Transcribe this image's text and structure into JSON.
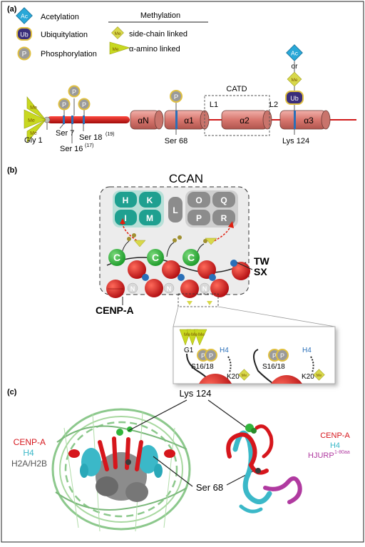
{
  "panels": {
    "a": {
      "label": "(a)",
      "legend": {
        "acetylation": {
          "badge": "Ac",
          "label": "Acetylation"
        },
        "ubiquitylation": {
          "badge": "Ub",
          "label": "Ubiquitylation"
        },
        "phosphorylation": {
          "badge": "P",
          "label": "Phosphorylation"
        },
        "methylation_title": "Methylation",
        "side_chain": {
          "badge": "Me",
          "label": "side-chain linked"
        },
        "alpha_amino": {
          "badge": "Me",
          "label": "α-amino linked"
        }
      },
      "protein": {
        "helices": [
          "αN",
          "α1",
          "α2",
          "α3"
        ],
        "loops": [
          "L1",
          "L2"
        ],
        "catd_label": "CATD",
        "sites": [
          "Gly 1",
          "Ser 7",
          "Ser 16",
          "(17)",
          "Ser 18",
          "(19)",
          "Ser 68",
          "Lys 124"
        ],
        "or_label": "or"
      }
    },
    "b": {
      "label": "(b)",
      "ccan_title": "CCAN",
      "complex_units": [
        "H",
        "K",
        "I",
        "M",
        "L",
        "O",
        "Q",
        "P",
        "R"
      ],
      "c_label": "C",
      "n_label": "N",
      "twsx_label": [
        "TW",
        "SX"
      ],
      "cenpa_label": "CENP-A",
      "zoom": {
        "g1": "G1",
        "s1618": "S16/18",
        "h4": "H4",
        "k20": "K20",
        "p": "P",
        "me": "Me"
      }
    },
    "c": {
      "label": "(c)",
      "lys124": "Lys 124",
      "ser68": "Ser 68",
      "legend_left": [
        "CENP-A",
        "H4",
        "H2A/H2B"
      ],
      "legend_right": [
        "CENP-A",
        "H4",
        "HJURP"
      ],
      "hjurp_sup": "1-80aa"
    }
  },
  "colors": {
    "acetyl": "#29a8d8",
    "ubiquityl": "#3a2d7a",
    "phos": "#9a9a9a",
    "methyl": "#d8d84a",
    "helix": "#d9807a",
    "chain": "#d11a1a",
    "teal": "#1fa090",
    "gray": "#8c8c8c",
    "green": "#32b43c",
    "red_nuc": "#d6161c",
    "h4": "#3bb8c8",
    "hjurp": "#b03aa0",
    "dna": "#8cc88c"
  }
}
